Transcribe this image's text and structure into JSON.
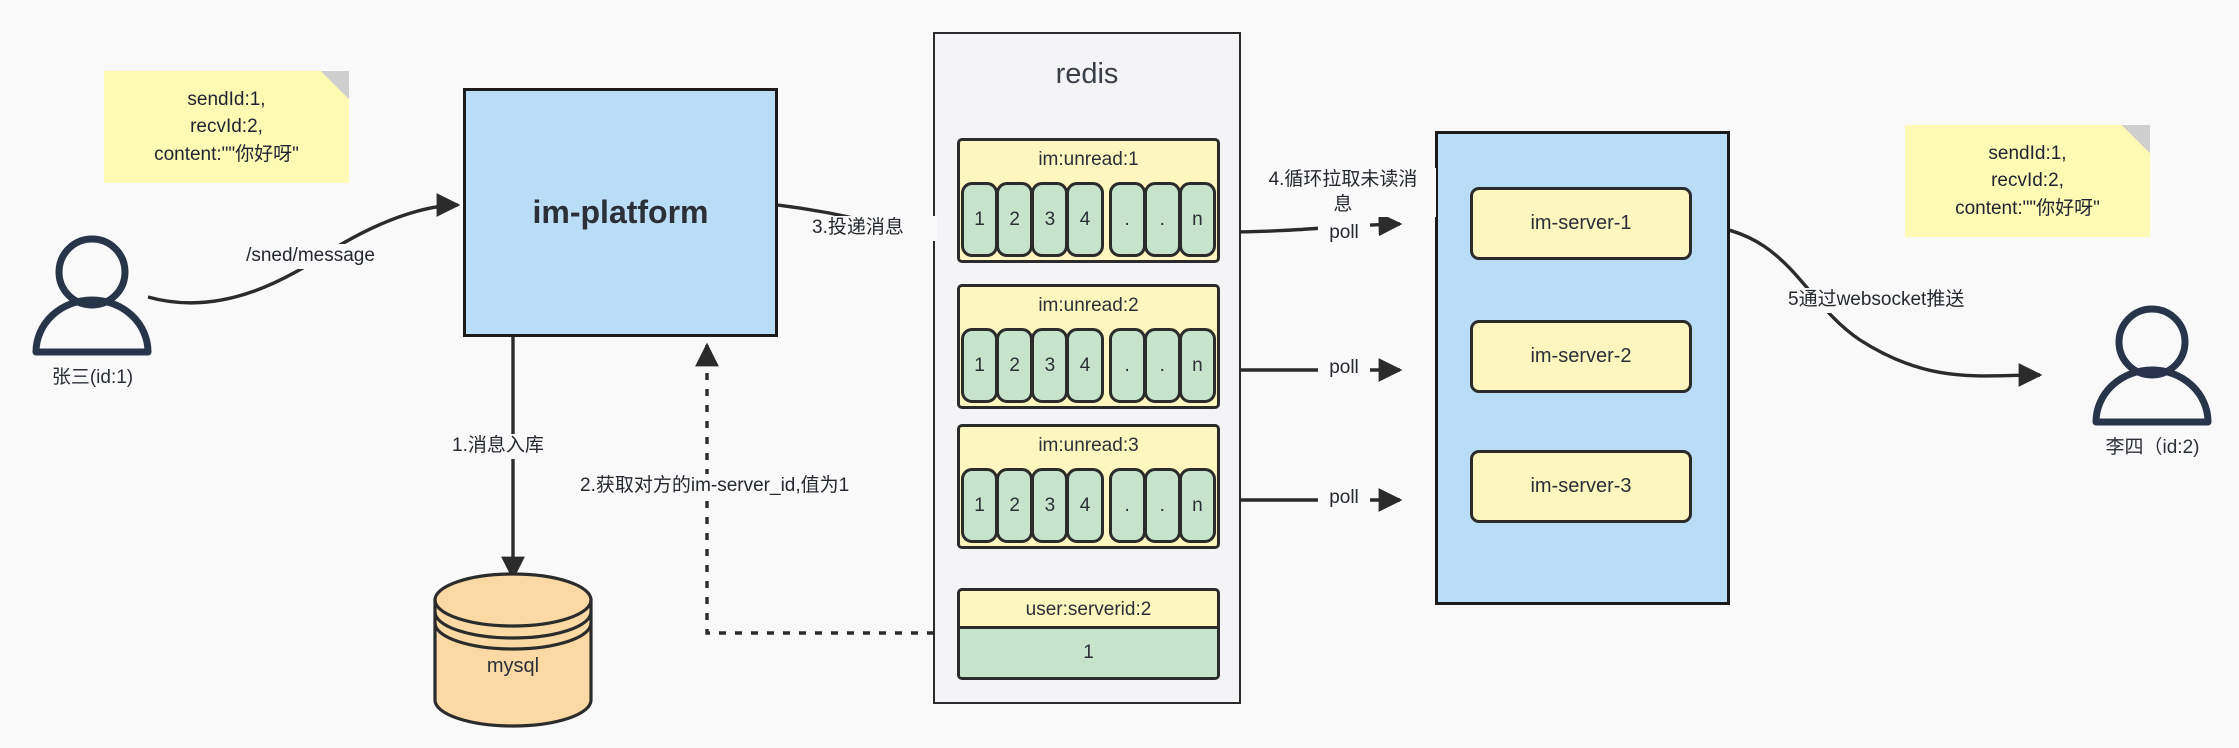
{
  "diagram": {
    "title_hidden": "IM message delivery architecture",
    "colors": {
      "note_yellow": "#fdfab4",
      "platform_blue": "#b9dcf7",
      "redis_panel": "#f4f4f6",
      "key_yellow": "#fdf6be",
      "cell_green": "#c6e3cb",
      "mysql_orange": "#fbd9a5",
      "stroke": "#2b2b2b",
      "actor_stroke": "#28344a",
      "canvas": "#f9f9f9"
    }
  },
  "notes": {
    "left": {
      "line1": "sendId:1,",
      "line2": "recvId:2,",
      "line3": "content:\"\"你好呀\""
    },
    "right": {
      "line1": "sendId:1,",
      "line2": "recvId:2,",
      "line3": "content:\"\"你好呀\""
    }
  },
  "actors": {
    "sender": {
      "icon": "user-icon",
      "caption": "张三(id:1)"
    },
    "receiver": {
      "icon": "user-icon",
      "caption": "李四（id:2)"
    }
  },
  "nodes": {
    "platform": {
      "label": "im-platform"
    },
    "mysql": {
      "label": "mysql",
      "icon": "database-cylinder-icon"
    },
    "redis": {
      "title": "redis"
    },
    "server_group": {
      "servers": [
        {
          "label": "im-server-1"
        },
        {
          "label": "im-server-2"
        },
        {
          "label": "im-server-3"
        }
      ]
    }
  },
  "redis_keys": [
    {
      "name": "im:unread:1",
      "cells": [
        "1",
        "2",
        "3",
        "4",
        ".",
        ".",
        "n"
      ],
      "gap_after_index": 3
    },
    {
      "name": "im:unread:2",
      "cells": [
        "1",
        "2",
        "3",
        "4",
        ".",
        ".",
        "n"
      ],
      "gap_after_index": 3
    },
    {
      "name": "im:unread:3",
      "cells": [
        "1",
        "2",
        "3",
        "4",
        ".",
        ".",
        "n"
      ],
      "gap_after_index": 3
    }
  ],
  "redis_kv": {
    "name": "user:serverid:2",
    "value": "1"
  },
  "edges": {
    "send_message": "/sned/message",
    "step1": "1.消息入库",
    "step2": "2.获取对方的im-server_id,值为1",
    "step3": "3.投递消息",
    "step4_line1": "4.循环拉取未读消",
    "step4_line2": "息",
    "poll_1": "poll",
    "poll_2": "poll",
    "poll_3": "poll",
    "step5": "5通过websocket推送"
  }
}
